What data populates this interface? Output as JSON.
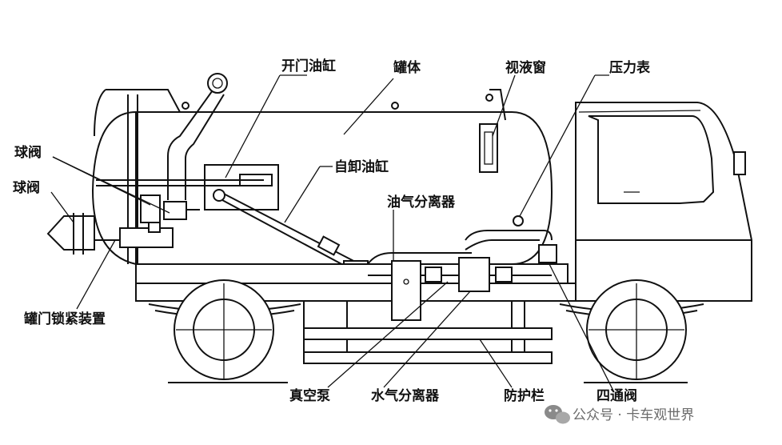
{
  "labels": {
    "door_cylinder": "开门油缸",
    "tank_body": "罐体",
    "sight_window": "视液窗",
    "pressure_gauge": "压力表",
    "ball_valve_upper": "球阀",
    "ball_valve_lower": "球阀",
    "dump_cylinder": "自卸油缸",
    "oil_gas_separator": "油气分离器",
    "door_lock_device": "罐门锁紧装置",
    "vacuum_pump": "真空泵",
    "water_gas_separator": "水气分离器",
    "guard_rail": "防护栏",
    "four_way_valve": "四通阀"
  },
  "watermark": {
    "text": "公众号 · 卡车观世界",
    "icon": "wechat-icon"
  },
  "colors": {
    "line": "#111111",
    "background": "#ffffff",
    "watermark": "#6b6b6b"
  }
}
